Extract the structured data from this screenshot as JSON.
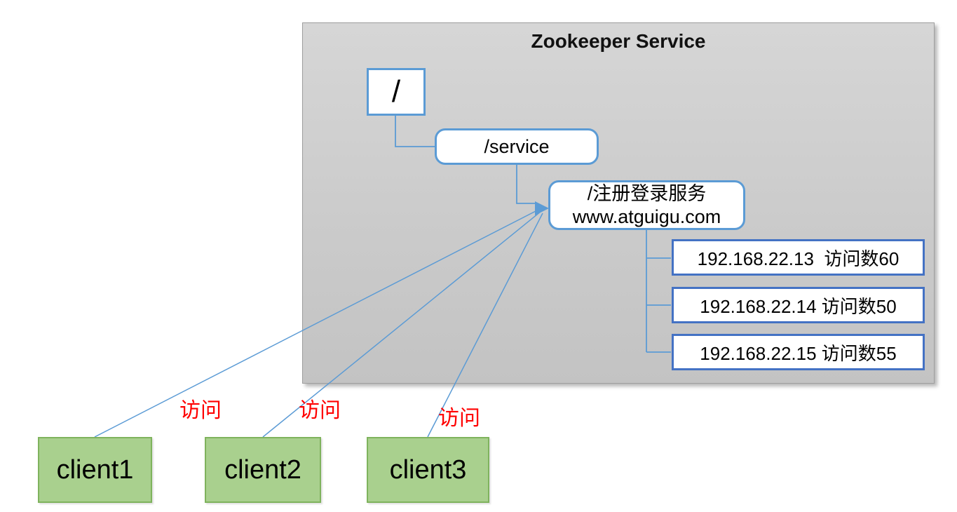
{
  "diagram": {
    "panel_title": "Zookeeper Service",
    "tree": {
      "root": "/",
      "service": "/service",
      "registry_line1": "/注册登录服务",
      "registry_line2": "www.atguigu.com",
      "servers": [
        "192.168.22.13  访问数60",
        "192.168.22.14 访问数50",
        "192.168.22.15 访问数55"
      ]
    },
    "clients": [
      "client1",
      "client2",
      "client3"
    ],
    "edge_labels": [
      "访问",
      "访问",
      "访问"
    ],
    "colors": {
      "panel_fill": "#cbcbcb",
      "panel_border": "#9e9e9e",
      "znode_border_blue": "#5B9BD5",
      "server_border_blue": "#4472C4",
      "connector_blue": "#5B9BD5",
      "client_fill": "#A9D08E",
      "client_border": "#7FB35D",
      "edge_label_red": "#FF0000",
      "text_black": "#000000"
    }
  }
}
